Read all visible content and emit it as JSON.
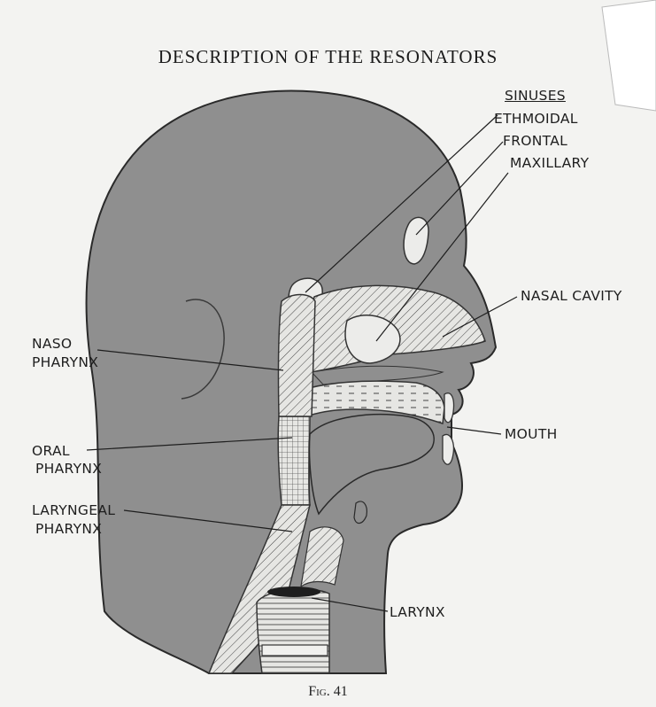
{
  "title": "DESCRIPTION OF THE RESONATORS",
  "labels": {
    "sinuses": "SINUSES",
    "ethmoidal": "ETHMOIDAL",
    "frontal": "FRONTAL",
    "maxillary": "MAXILLARY",
    "nasal_cavity": "NASAL CAVITY",
    "naso_pharynx_1": "NASO",
    "naso_pharynx_2": "PHARYNX",
    "mouth": "MOUTH",
    "oral_pharynx_1": "ORAL",
    "oral_pharynx_2": "PHARYNX",
    "laryngeal_pharynx_1": "LARYNGEAL",
    "laryngeal_pharynx_2": "PHARYNX",
    "larynx": "LARYNX"
  },
  "caption": "Fig. 41",
  "colors": {
    "paper": "#f3f3f1",
    "head_fill": "#8f8f8f",
    "cavity_fill": "#e6e6e3",
    "ink": "#1e1e1e"
  }
}
